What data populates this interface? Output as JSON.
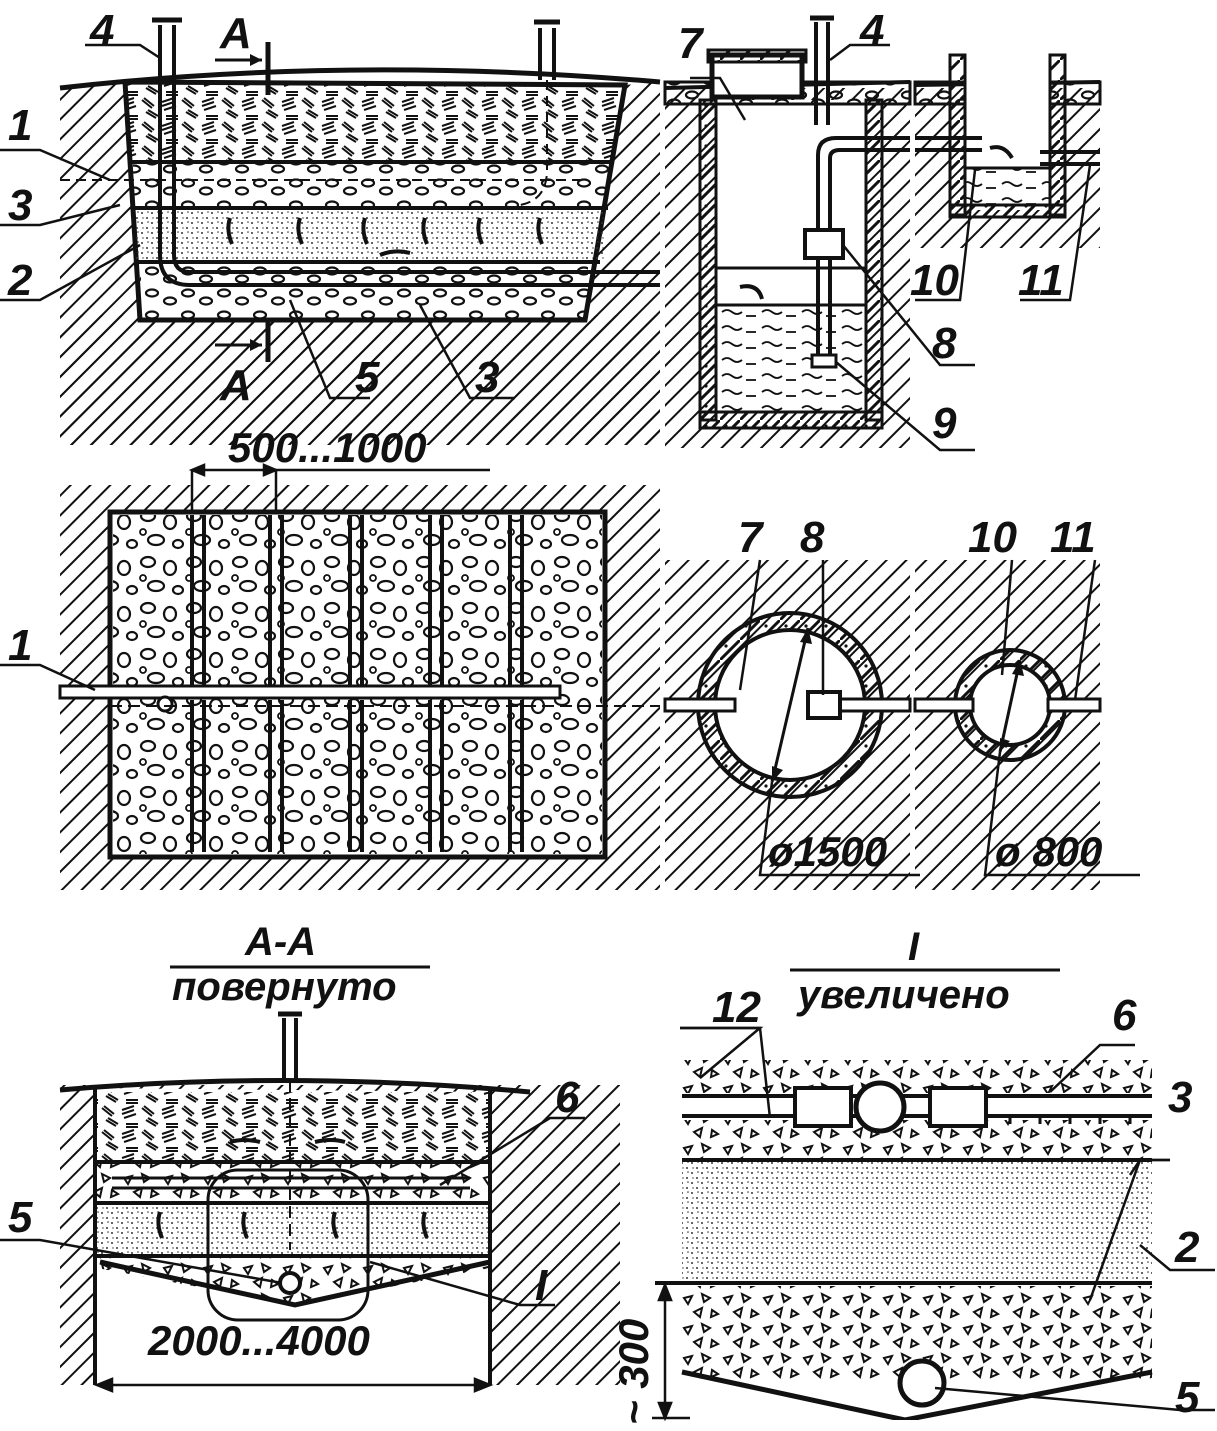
{
  "labels": {
    "n1": "1",
    "n2": "2",
    "n3": "3",
    "n4": "4",
    "n5": "5",
    "n6": "6",
    "n7": "7",
    "n8": "8",
    "n9": "9",
    "n10": "10",
    "n11": "11",
    "n12": "12",
    "section_a": "A"
  },
  "dimensions": {
    "spacing": "500...1000",
    "tank_diameter": "ø1500",
    "well_diameter": "ø 800",
    "width": "2000...4000",
    "depth": "~ 300"
  },
  "titles": {
    "section_main": "A-A",
    "section_sub": "повернуто",
    "detail_main": "I",
    "detail_sub": "увеличено",
    "detail_marker": "I"
  },
  "colors": {
    "ink": "#111111",
    "paper": "#ffffff"
  }
}
